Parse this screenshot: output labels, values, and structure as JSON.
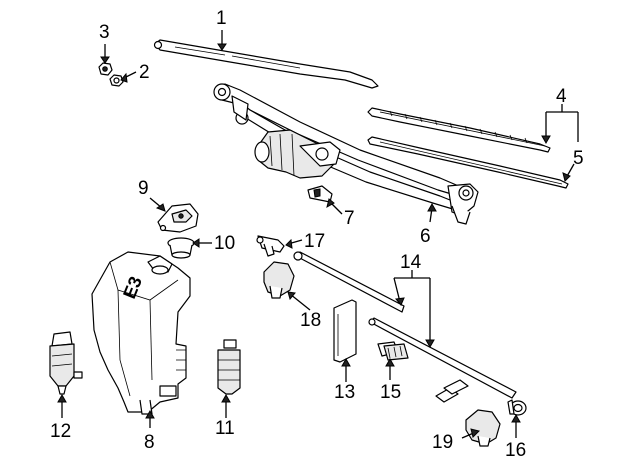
{
  "labels": {
    "c1": "1",
    "c2": "2",
    "c3": "3",
    "c4": "4",
    "c5": "5",
    "c6": "6",
    "c7": "7",
    "c8": "8",
    "c9": "9",
    "c10": "10",
    "c11": "11",
    "c12": "12",
    "c13": "13",
    "c14": "14",
    "c15": "15",
    "c16": "16",
    "c17": "17",
    "c18": "18",
    "c19": "19"
  },
  "reservoir_mark": "E3"
}
